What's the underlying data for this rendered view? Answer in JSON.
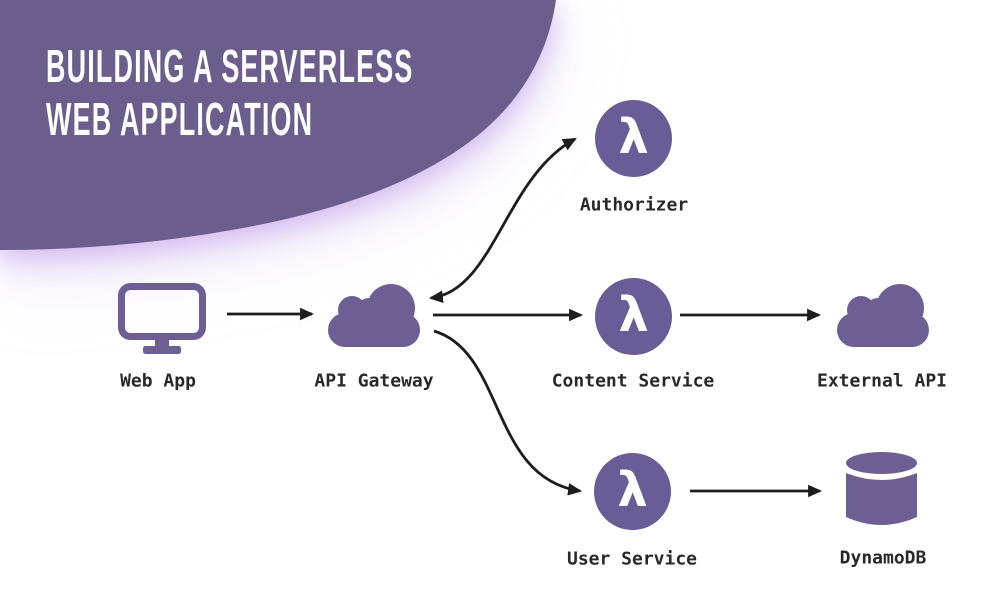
{
  "title": {
    "line1": "BUILDING A SERVERLESS",
    "line2": "WEB APPLICATION"
  },
  "colors": {
    "blob": "#6c5e8c",
    "accent": "#6d5f93",
    "lambda_bg": "#6a5c97",
    "arrow": "#1d1d1d",
    "label_text": "#282828",
    "title_text": "#fdfcfe",
    "glow": "#ddcdf1"
  },
  "icons": {
    "lambda_glyph": "λ"
  },
  "nodes": [
    {
      "label": "Web App",
      "icon": "monitor-icon"
    },
    {
      "label": "API Gateway",
      "icon": "cloud-icon"
    },
    {
      "label": "Authorizer",
      "icon": "lambda-icon"
    },
    {
      "label": "Content Service",
      "icon": "lambda-icon"
    },
    {
      "label": "External API",
      "icon": "cloud-icon"
    },
    {
      "label": "User Service",
      "icon": "lambda-icon"
    },
    {
      "label": "DynamoDB",
      "icon": "database-icon"
    }
  ],
  "edges": [
    {
      "from": "Web App",
      "to": "API Gateway",
      "direction": "one-way"
    },
    {
      "from": "API Gateway",
      "to": "Authorizer",
      "direction": "two-way"
    },
    {
      "from": "API Gateway",
      "to": "Content Service",
      "direction": "one-way"
    },
    {
      "from": "API Gateway",
      "to": "User Service",
      "direction": "one-way"
    },
    {
      "from": "Content Service",
      "to": "External API",
      "direction": "one-way"
    },
    {
      "from": "User Service",
      "to": "DynamoDB",
      "direction": "one-way"
    }
  ]
}
